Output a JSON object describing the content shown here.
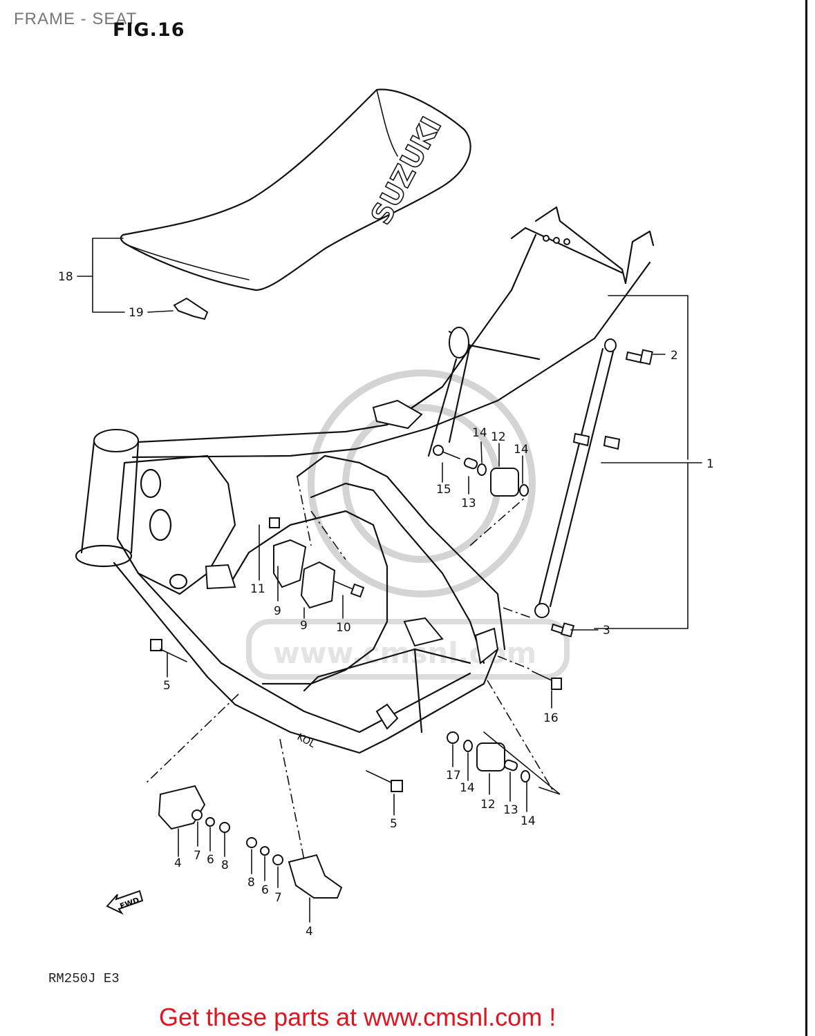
{
  "header": {
    "title": "FRAME - SEAT",
    "figure": "FIG.16"
  },
  "diagram": {
    "brand_text_on_seat": "SUZUKI",
    "direction_marker": "FWD",
    "frame_stamp": "KOL",
    "watermark": "www.cmsnl.com",
    "part_callouts": [
      "1",
      "2",
      "3",
      "4",
      "4",
      "5",
      "5",
      "6",
      "6",
      "7",
      "7",
      "8",
      "8",
      "9",
      "9",
      "10",
      "11",
      "12",
      "12",
      "13",
      "13",
      "14",
      "14",
      "14",
      "14",
      "15",
      "16",
      "17",
      "18",
      "19"
    ]
  },
  "footer": {
    "model_code": "RM250J  E3",
    "cta": "Get these parts at www.cmsnl.com !"
  },
  "colors": {
    "cta_text": "#e0141e",
    "line_art": "#111111",
    "watermark": "#d4d4d4"
  }
}
